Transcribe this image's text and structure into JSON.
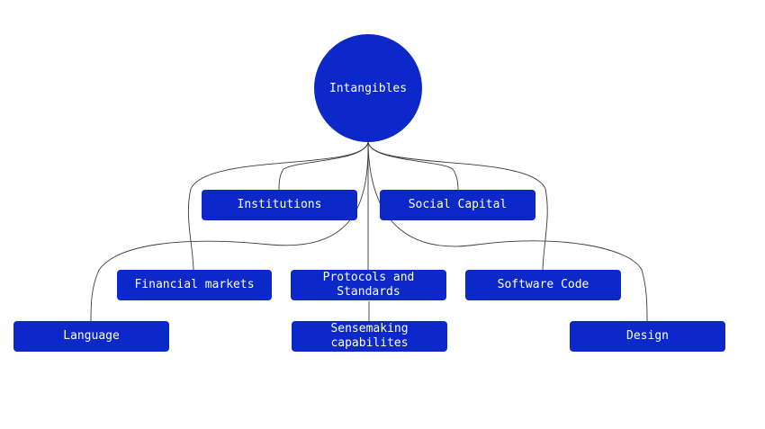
{
  "diagram": {
    "root": {
      "label": "Intangibles"
    },
    "nodes": [
      {
        "id": "institutions",
        "label": "Institutions"
      },
      {
        "id": "social-capital",
        "label": "Social Capital"
      },
      {
        "id": "financial-markets",
        "label": "Financial markets"
      },
      {
        "id": "protocols-standards",
        "label": "Protocols and\nStandards"
      },
      {
        "id": "software-code",
        "label": "Software Code"
      },
      {
        "id": "language",
        "label": "Language"
      },
      {
        "id": "sensemaking",
        "label": "Sensemaking\ncapabilites"
      },
      {
        "id": "design",
        "label": "Design"
      }
    ],
    "colors": {
      "node_fill": "#0d28c8",
      "node_text": "#ffffff",
      "connector": "#3a3a3a",
      "background": "#ffffff"
    }
  }
}
